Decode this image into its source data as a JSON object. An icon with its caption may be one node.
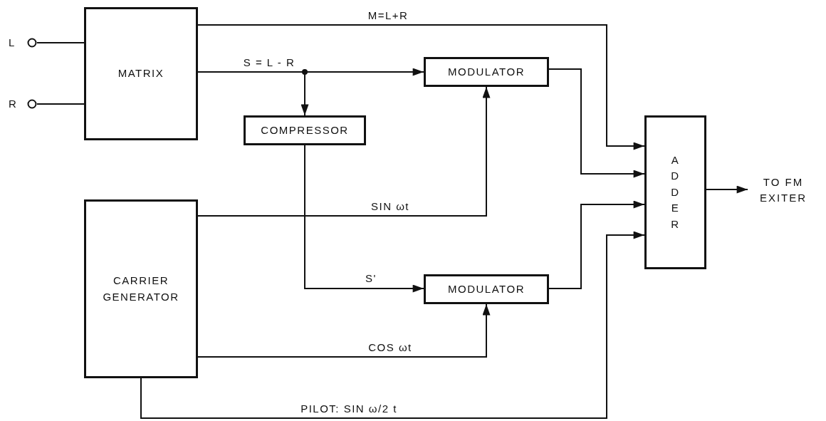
{
  "diagram": {
    "nodes": [
      {
        "text": [
          "L"
        ]
      },
      {
        "text": [
          "R"
        ]
      },
      {
        "text": [
          "MATRIX"
        ]
      },
      {
        "text": [
          "COMPRESSOR"
        ]
      },
      {
        "text": [
          "MODULATOR"
        ]
      },
      {
        "text": [
          "CARRIER GENERATOR"
        ]
      },
      {
        "text": [
          "MODULATOR"
        ]
      },
      {
        "text": [
          "ADDER"
        ]
      },
      {
        "text": [
          "TO FM EXITER"
        ]
      }
    ],
    "edges": [
      {
        "from": 0,
        "to": 2,
        "arrow": "none"
      },
      {
        "from": 1,
        "to": 2,
        "arrow": "none"
      },
      {
        "from": 2,
        "to": 7,
        "arrow": "to",
        "label": "M=L+R"
      },
      {
        "from": 2,
        "to": 4,
        "arrow": "to",
        "label": "S = L - R"
      },
      {
        "from": 2,
        "to": 3,
        "arrow": "to"
      },
      {
        "from": 3,
        "to": 6,
        "arrow": "to",
        "label": "S'"
      },
      {
        "from": 5,
        "to": 4,
        "arrow": "to",
        "label": "SIN ωt"
      },
      {
        "from": 5,
        "to": 6,
        "arrow": "to",
        "label": "COS ωt"
      },
      {
        "from": 5,
        "to": 7,
        "arrow": "to",
        "label": "PILOT: SIN ω/2 t"
      },
      {
        "from": 4,
        "to": 7,
        "arrow": "to"
      },
      {
        "from": 6,
        "to": 7,
        "arrow": "to"
      },
      {
        "from": 7,
        "to": 8,
        "arrow": "to"
      }
    ]
  }
}
